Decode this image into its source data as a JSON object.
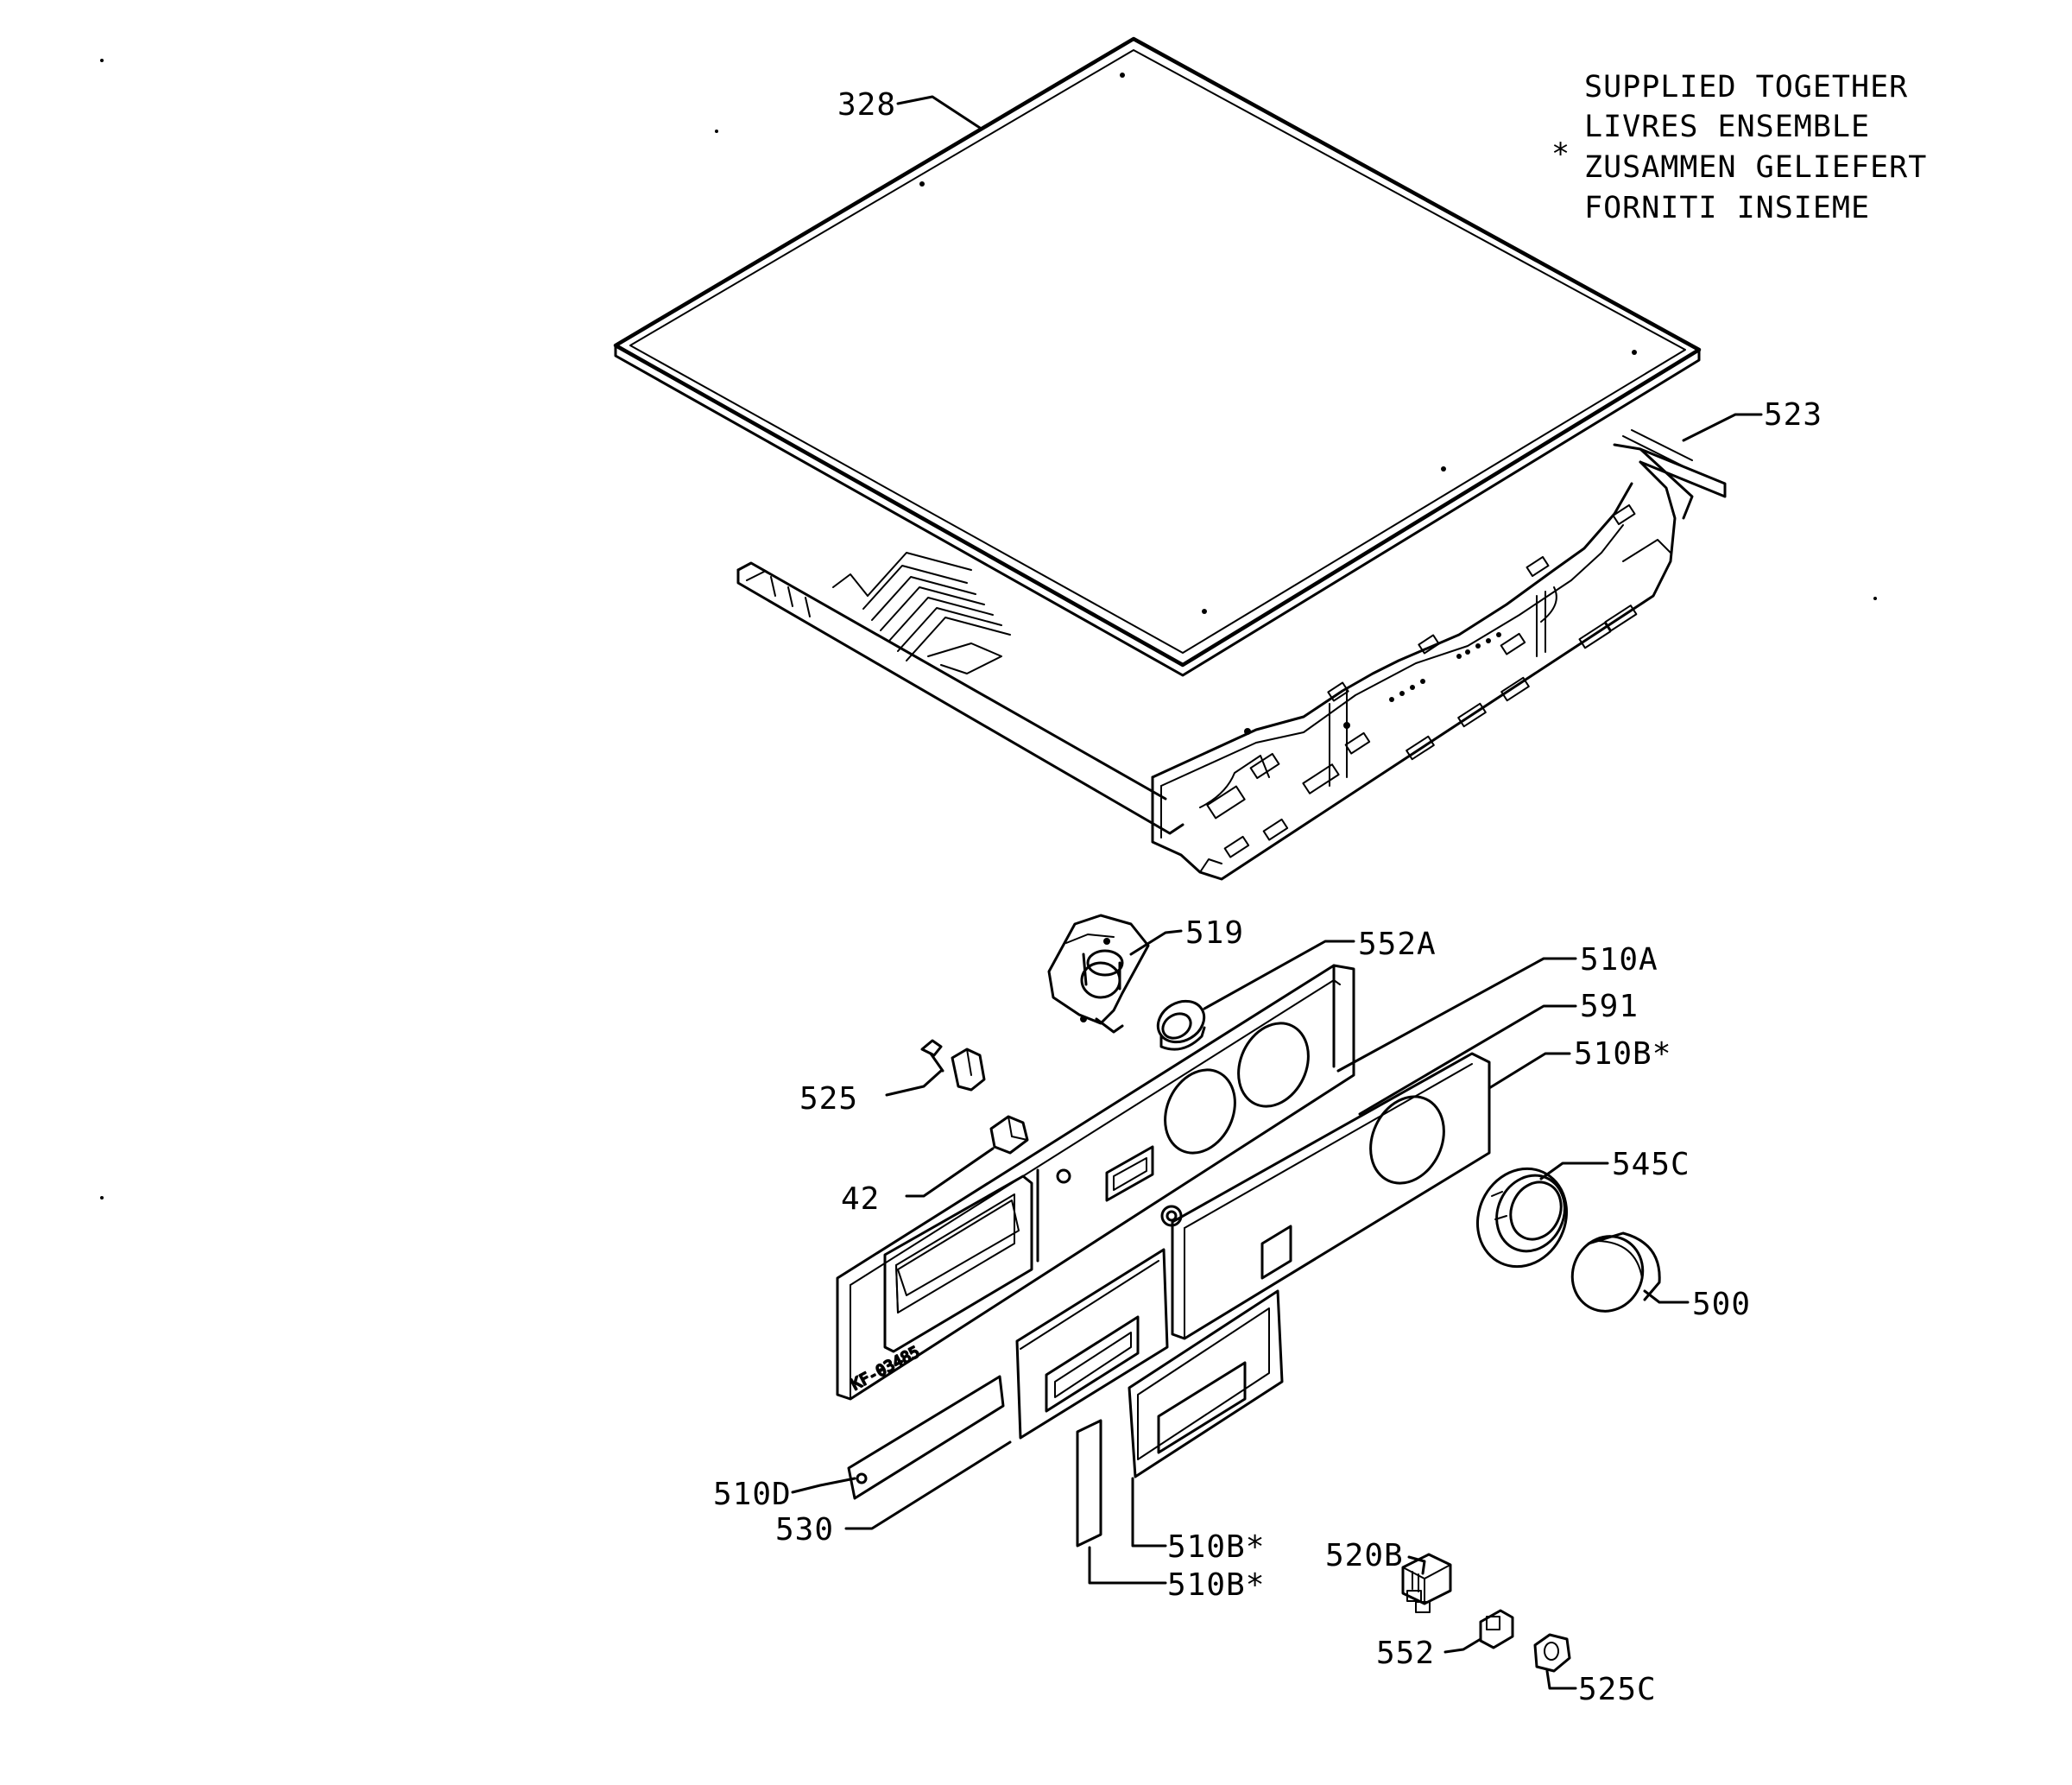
{
  "note": {
    "asterisk": "*",
    "lines": [
      "SUPPLIED TOGETHER",
      "LIVRES ENSEMBLE",
      "ZUSAMMEN GELIEFERT",
      "FORNITI  INSIEME"
    ]
  },
  "parts": {
    "p328": "328",
    "p523": "523",
    "p519": "519",
    "p552a": "552A",
    "p510a": "510A",
    "p591": "591",
    "p510b_1": "510B*",
    "p525": "525",
    "p42": "42",
    "p545c": "545C",
    "p500": "500",
    "p510d": "510D",
    "p530": "530",
    "p510b_2": "510B*",
    "p510b_3": "510B*",
    "p520b": "520B",
    "p552": "552",
    "p525c": "525C"
  },
  "panel_code": "KF-03485"
}
